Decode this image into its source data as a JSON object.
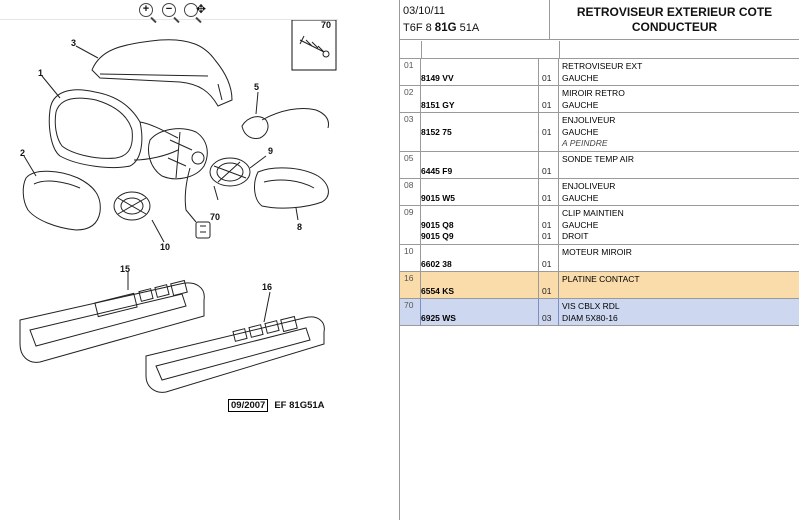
{
  "toolbar": {
    "zoom_in_label": "+",
    "zoom_out_label": "−",
    "zoom_reset_label": "",
    "move_glyph": "✥"
  },
  "diagram": {
    "callouts": [
      "1",
      "2",
      "3",
      "5",
      "8",
      "9",
      "10",
      "15",
      "16",
      "70"
    ],
    "inset_label": "70",
    "stamp_date": "09/2007",
    "stamp_ref": "EF 81G51A"
  },
  "header": {
    "date": "03/10/11",
    "code_prefix": "T6F 8 ",
    "code_bold": "81G",
    "code_suffix": " 51A",
    "title": "RETROVISEUR EXTERIEUR COTE CONDUCTEUR"
  },
  "rows": [
    {
      "idx": "01",
      "parts": [
        "8149 VV"
      ],
      "qtys": [
        "01"
      ],
      "desc": [
        "RETROVISEUR EXT",
        "GAUCHE"
      ],
      "highlight": "none"
    },
    {
      "idx": "02",
      "parts": [
        "8151 GY"
      ],
      "qtys": [
        "01"
      ],
      "desc": [
        "MIROIR RETRO",
        "GAUCHE"
      ],
      "highlight": "none"
    },
    {
      "idx": "03",
      "parts": [
        "8152 75"
      ],
      "qtys": [
        "01"
      ],
      "desc": [
        "ENJOLIVEUR",
        "GAUCHE",
        "A PEINDRE"
      ],
      "highlight": "none"
    },
    {
      "idx": "05",
      "parts": [
        "6445 F9"
      ],
      "qtys": [
        "01"
      ],
      "desc": [
        "SONDE TEMP AIR"
      ],
      "highlight": "none"
    },
    {
      "idx": "08",
      "parts": [
        "9015 W5"
      ],
      "qtys": [
        "01"
      ],
      "desc": [
        "ENJOLIVEUR",
        "GAUCHE"
      ],
      "highlight": "none"
    },
    {
      "idx": "09",
      "parts": [
        "9015 Q8",
        "9015 Q9"
      ],
      "qtys": [
        "01",
        "01"
      ],
      "desc": [
        "CLIP MAINTIEN",
        "GAUCHE",
        "DROIT"
      ],
      "highlight": "none"
    },
    {
      "idx": "10",
      "parts": [
        "6602 38"
      ],
      "qtys": [
        "01"
      ],
      "desc": [
        "MOTEUR MIROIR"
      ],
      "highlight": "none"
    },
    {
      "idx": "16",
      "parts": [
        "6554 KS"
      ],
      "qtys": [
        "01"
      ],
      "desc": [
        "PLATINE CONTACT"
      ],
      "highlight": "orange"
    },
    {
      "idx": "70",
      "parts": [
        "6925 WS"
      ],
      "qtys": [
        "03"
      ],
      "desc": [
        "VIS CBLX RDL",
        "DIAM 5X80-16"
      ],
      "highlight": "blue"
    }
  ],
  "colors": {
    "highlight_orange": "#fadbaa",
    "highlight_blue": "#cdd8f0",
    "grid": "#9a9a9a"
  }
}
